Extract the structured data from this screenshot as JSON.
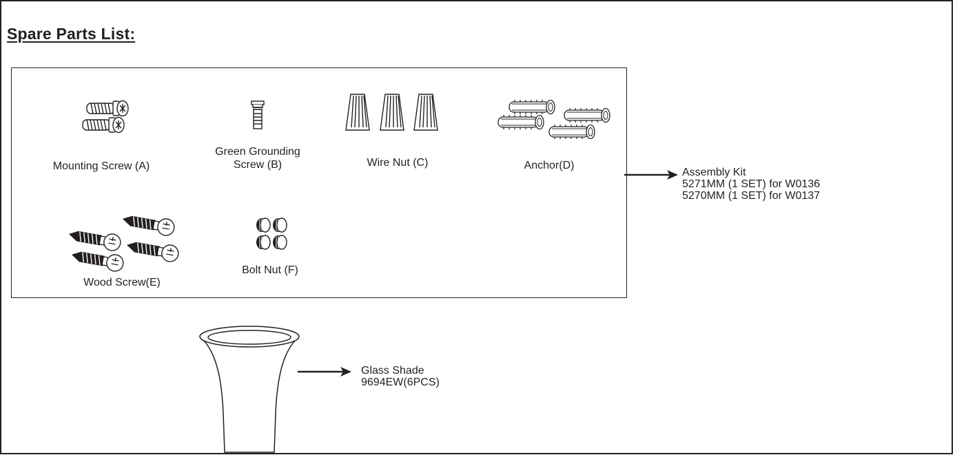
{
  "heading": "Spare Parts List:",
  "parts": [
    {
      "id": "A",
      "label": "Mounting Screw (A)",
      "icon": "mounting-screw-icon"
    },
    {
      "id": "B",
      "label_lines": [
        "Green Grounding",
        "Screw (B)"
      ],
      "icon": "grounding-screw-icon"
    },
    {
      "id": "C",
      "label": "Wire Nut (C)",
      "icon": "wire-nut-icon"
    },
    {
      "id": "D",
      "label": "Anchor(D)",
      "icon": "anchor-icon"
    },
    {
      "id": "E",
      "label": "Wood Screw(E)",
      "icon": "wood-screw-icon"
    },
    {
      "id": "F",
      "label": "Bolt Nut (F)",
      "icon": "bolt-nut-icon"
    }
  ],
  "assembly_kit": {
    "title": "Assembly Kit",
    "lines": [
      "5271MM (1 SET) for W0136",
      "5270MM (1 SET) for W0137"
    ]
  },
  "glass_shade": {
    "title": "Glass Shade",
    "code": "9694EW(6PCS)",
    "icon": "glass-shade-icon"
  },
  "colors": {
    "ink": "#231f20",
    "background": "#ffffff"
  }
}
